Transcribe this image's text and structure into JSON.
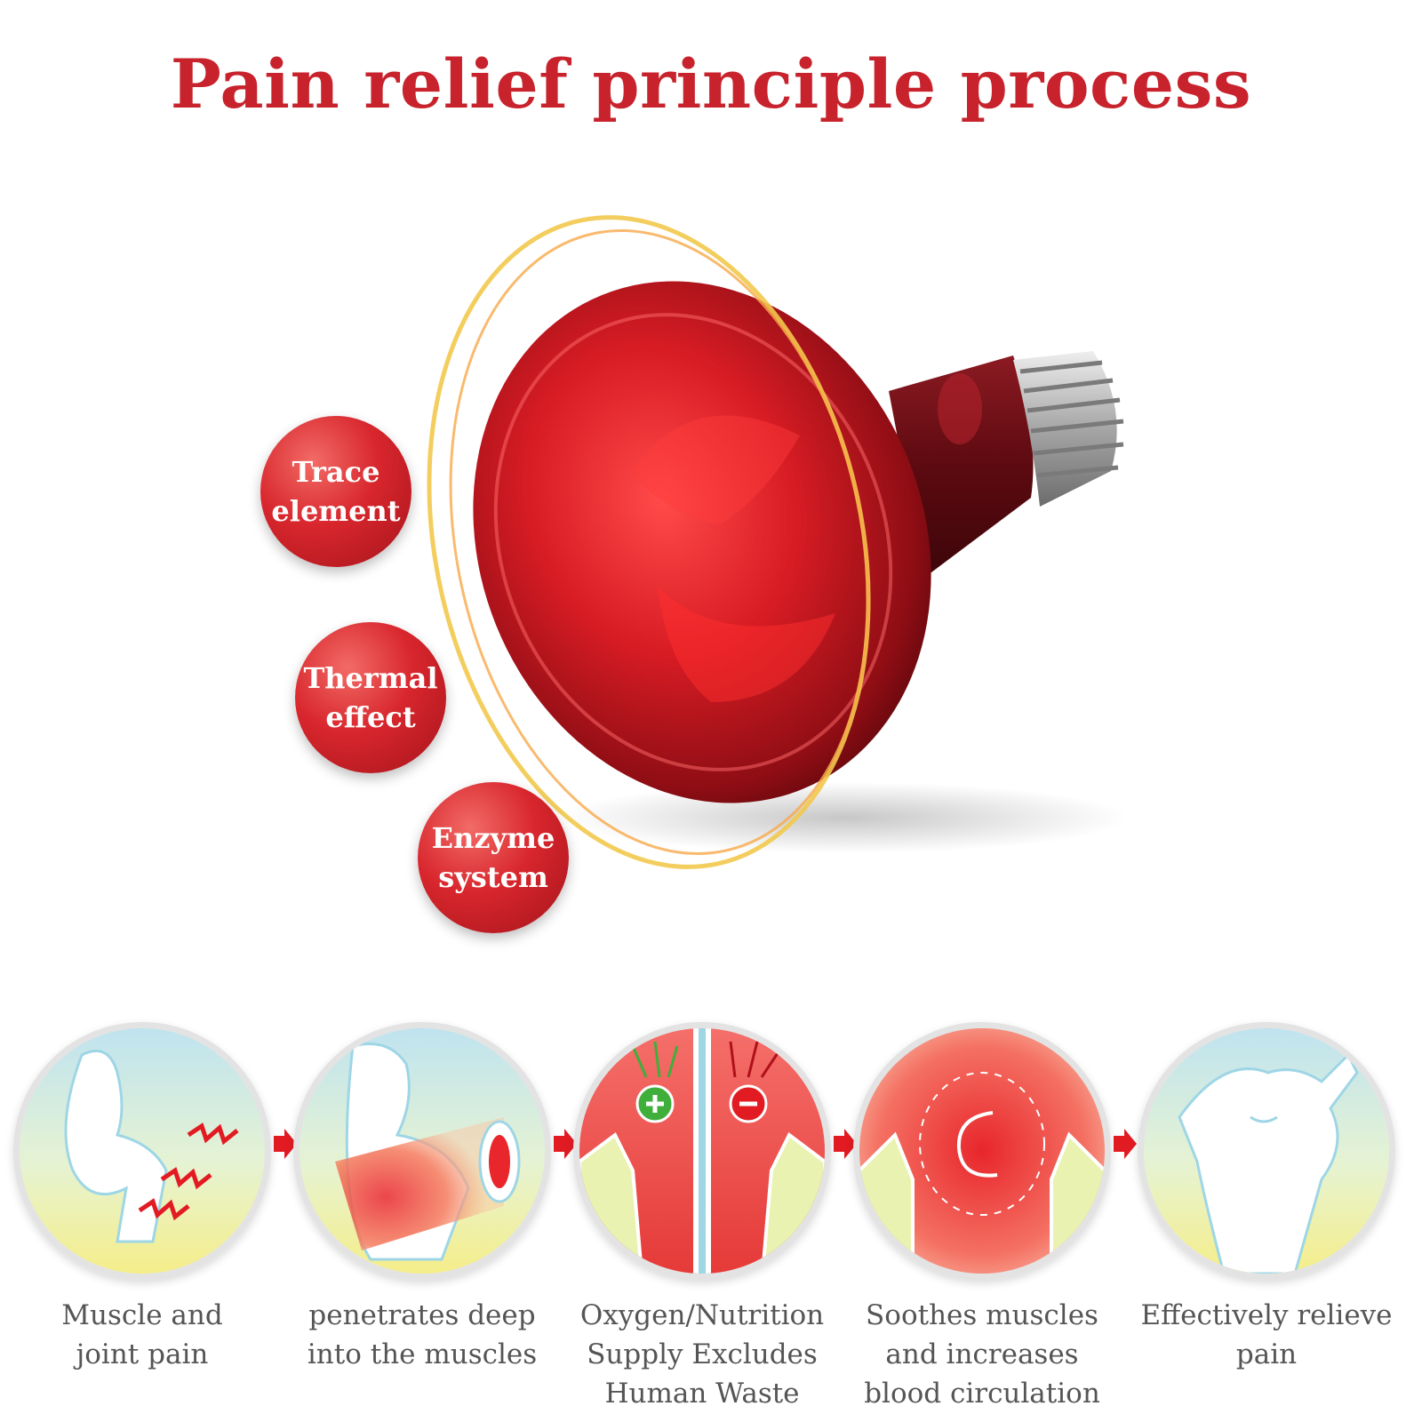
{
  "title": "Pain relief principle process",
  "badges": [
    {
      "line1": "Trace",
      "line2": "element"
    },
    {
      "line1": "Thermal",
      "line2": "effect"
    },
    {
      "line1": "Enzyme",
      "line2": "system"
    }
  ],
  "steps": [
    {
      "line1": "Muscle and",
      "line2": "joint pain",
      "line3": ""
    },
    {
      "line1": "penetrates deep",
      "line2": "into the muscles",
      "line3": ""
    },
    {
      "line1": "Oxygen/Nutrition",
      "line2": "Supply Excludes",
      "line3": "Human Waste"
    },
    {
      "line1": "Soothes muscles",
      "line2": "and increases",
      "line3": "blood circulation"
    },
    {
      "line1": "Effectively relieve",
      "line2": "pain",
      "line3": ""
    }
  ],
  "colors": {
    "accent": "#c8232c",
    "caption": "#555555",
    "bulb": "#d81c24",
    "ring": "#f2c94c"
  }
}
